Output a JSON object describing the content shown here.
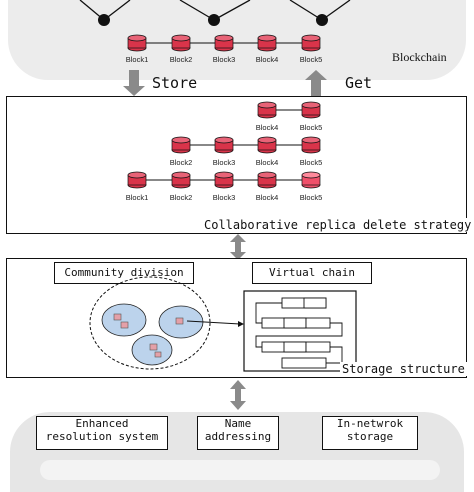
{
  "blockchain": {
    "title": "Blockchain",
    "blocks": [
      "Block1",
      "Block2",
      "Block3",
      "Block4",
      "Block5"
    ]
  },
  "arrows": {
    "store": "Store",
    "get": "Get"
  },
  "replica": {
    "caption": "Collaborative replica delete strategy",
    "row1": [
      "Block4",
      "Block5"
    ],
    "row2": [
      "Block2",
      "Block3",
      "Block4",
      "Block5"
    ],
    "row3": [
      "Block1",
      "Block2",
      "Block3",
      "Block4",
      "Block5"
    ]
  },
  "storage": {
    "community": "Community division",
    "virtual": "Virtual chain",
    "caption": "Storage structure"
  },
  "bottom": {
    "items": [
      {
        "line1": "Enhanced",
        "line2": "resolution system"
      },
      {
        "line1": "Name",
        "line2": "addressing"
      },
      {
        "line1": "In-netwrok",
        "line2": "storage"
      }
    ]
  },
  "colors": {
    "block_red": "#d9344a",
    "arrow_gray": "#8a8a8a",
    "cloud_gray": "#e6e6e6"
  }
}
